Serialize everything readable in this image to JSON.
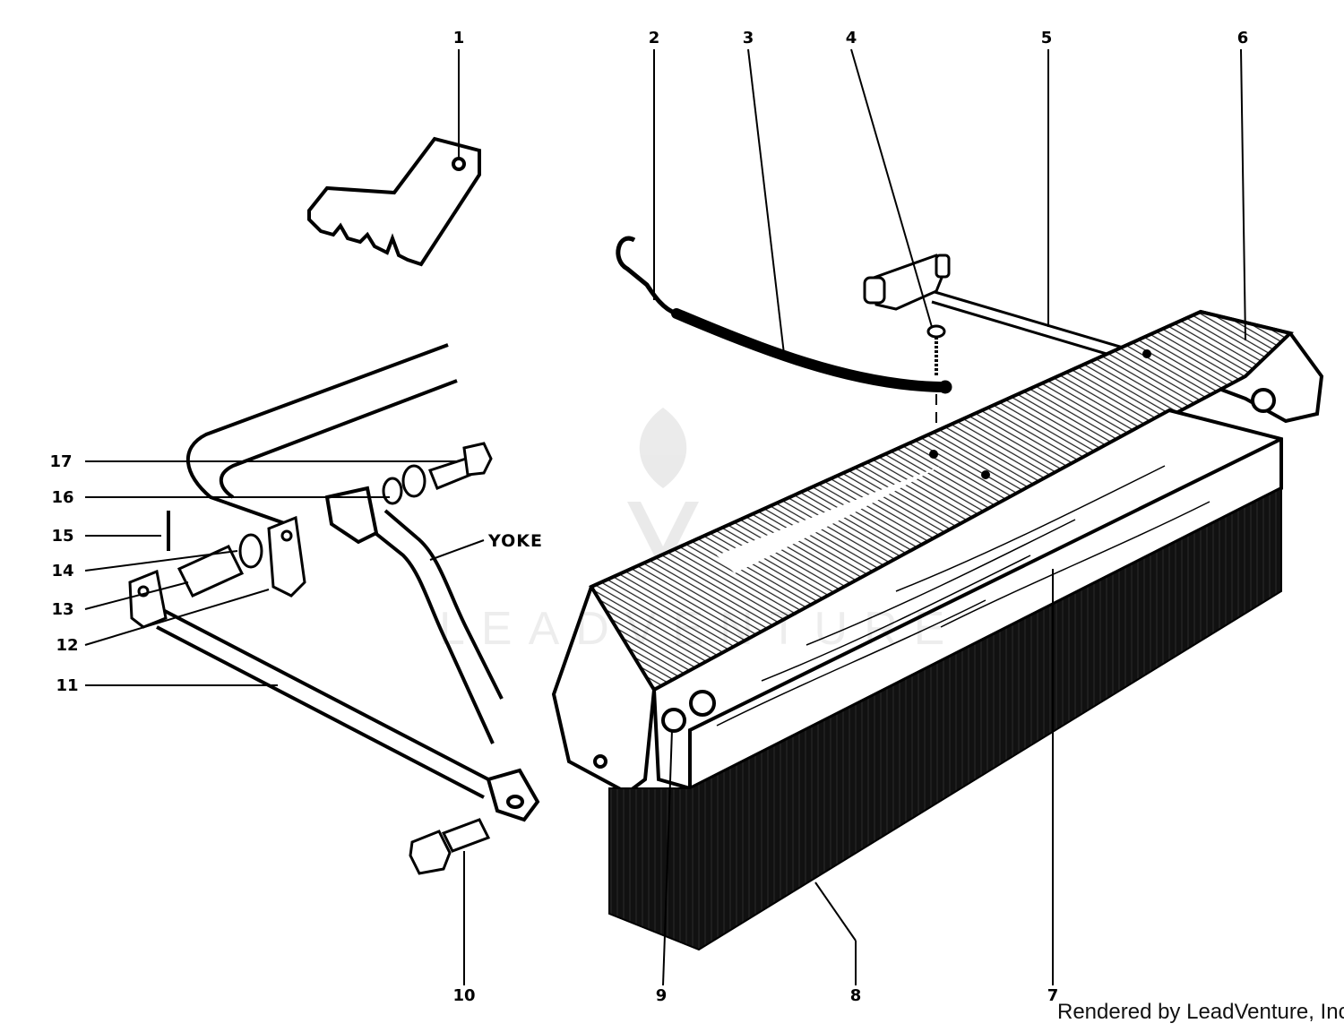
{
  "callouts": [
    "1",
    "2",
    "3",
    "4",
    "5",
    "6",
    "7",
    "8",
    "9",
    "10",
    "11",
    "12",
    "13",
    "14",
    "15",
    "16",
    "17"
  ],
  "yoke_label": "YOKE",
  "watermark": "LEADVENTURE",
  "credit": "Rendered by LeadVenture, Inc."
}
